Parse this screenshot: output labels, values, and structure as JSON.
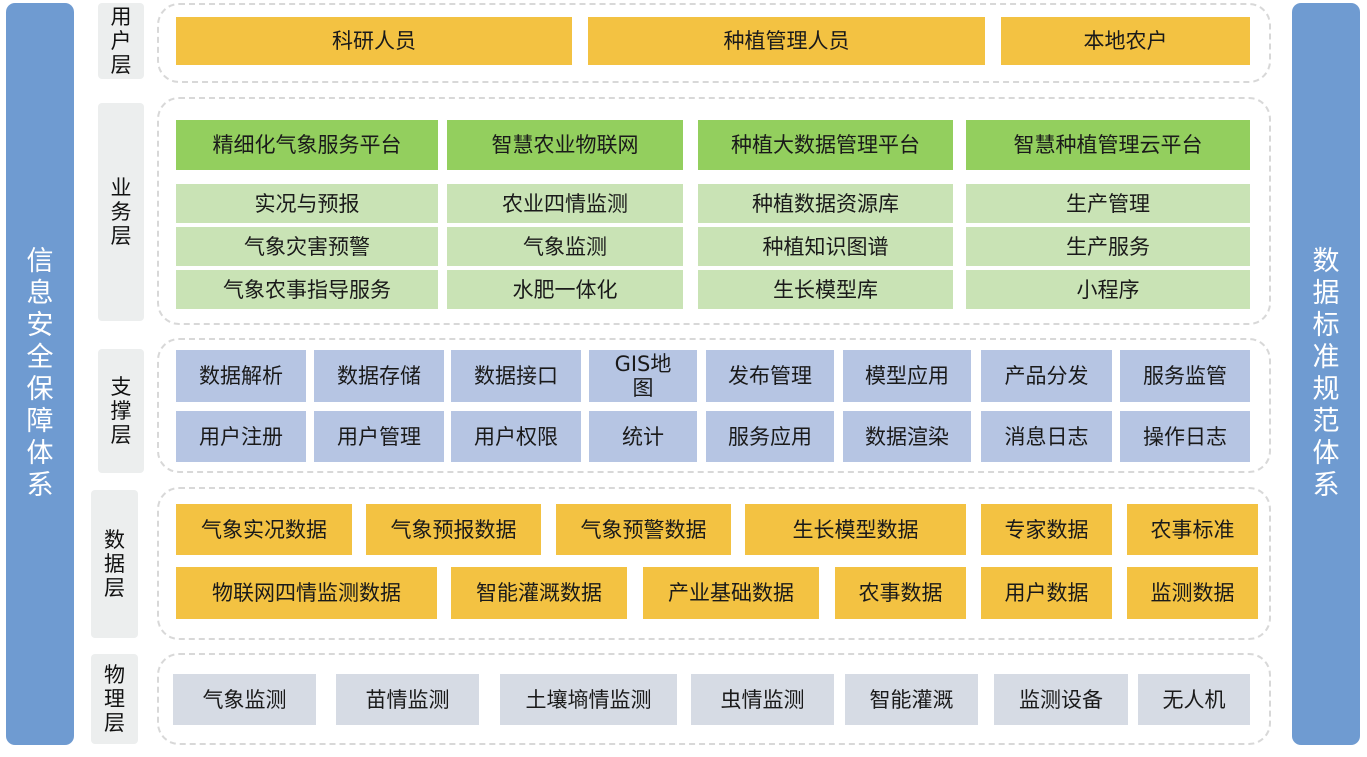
{
  "left_bar": "信息安全保障体系",
  "right_bar": "数据标准规范体系",
  "layers": {
    "user": {
      "label": "用户层"
    },
    "business": {
      "label": "业务层"
    },
    "support": {
      "label": "支撑层"
    },
    "data": {
      "label": "数据层"
    },
    "physical": {
      "label": "物理层"
    }
  },
  "user_items": [
    "科研人员",
    "种植管理人员",
    "本地农户"
  ],
  "business_platforms": [
    "精细化气象服务平台",
    "智慧农业物联网",
    "种植大数据管理平台",
    "智慧种植管理云平台"
  ],
  "business_rows": [
    [
      "实况与预报",
      "农业四情监测",
      "种植数据资源库",
      "生产管理"
    ],
    [
      "气象灾害预警",
      "气象监测",
      "种植知识图谱",
      "生产服务"
    ],
    [
      "气象农事指导服务",
      "水肥一体化",
      "生长模型库",
      "小程序"
    ]
  ],
  "support_rows": [
    [
      "数据解析",
      "数据存储",
      "数据接口",
      "GIS地图",
      "发布管理",
      "模型应用",
      "产品分发",
      "服务监管"
    ],
    [
      "用户注册",
      "用户管理",
      "用户权限",
      "统计",
      "服务应用",
      "数据渲染",
      "消息日志",
      "操作日志"
    ]
  ],
  "data_rows": [
    [
      "气象实况数据",
      "气象预报数据",
      "气象预警数据",
      "生长模型数据",
      "专家数据",
      "农事标准"
    ],
    [
      "物联网四情监测数据",
      "智能灌溉数据",
      "产业基础数据",
      "农事数据",
      "用户数据",
      "监测数据"
    ]
  ],
  "physical_items": [
    "气象监测",
    "苗情监测",
    "土壤墒情监测",
    "虫情监测",
    "智能灌溉",
    "监测设备",
    "无人机"
  ],
  "colors": {
    "side_bar": "#6f9bd1",
    "user_cell": "#f3c242",
    "platform_cell": "#93cf5e",
    "business_cell": "#c9e3b5",
    "support_cell": "#b6c5e3",
    "data_cell": "#f3c242",
    "physical_cell": "#d6dbe4"
  }
}
